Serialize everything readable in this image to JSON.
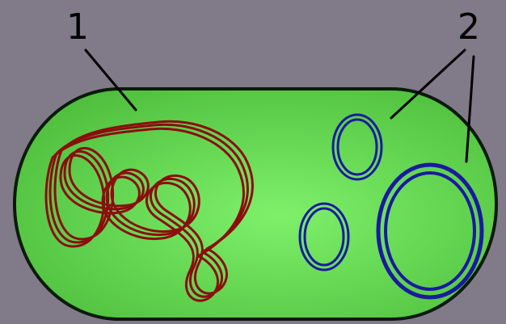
{
  "labels": {
    "chromosome_number": "1",
    "plasmid_number": "2"
  },
  "colors": {
    "background": "#807a89",
    "cell_fill_center": "#7ef06a",
    "cell_fill_edge": "#4fbf3d",
    "cell_outline": "#0a1a0a",
    "chromosome": "#8b0e0e",
    "plasmid": "#1a1aa0",
    "callout_line": "#000000"
  },
  "elements": {
    "cell": "bacterial-cell",
    "chromosome": "chromosomal-dna",
    "plasmids": [
      "plasmid",
      "plasmid",
      "plasmid"
    ]
  }
}
